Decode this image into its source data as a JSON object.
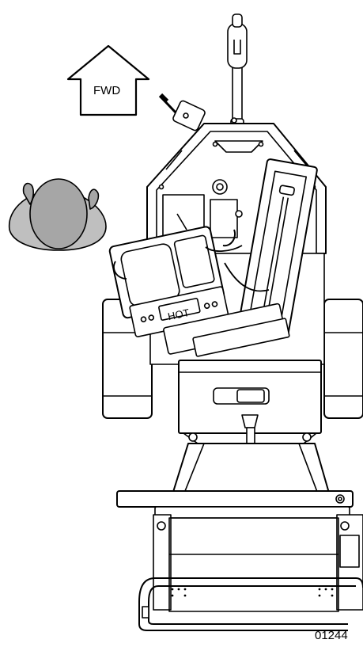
{
  "labels": {
    "forward_arrow": "FWD",
    "engine_decal": "HOT",
    "figure_id": "01244"
  },
  "colors": {
    "line": "#000000",
    "fill": "#ffffff",
    "operator_head": "#a6a6a6",
    "operator_shoulders": "#bfbfbf"
  }
}
